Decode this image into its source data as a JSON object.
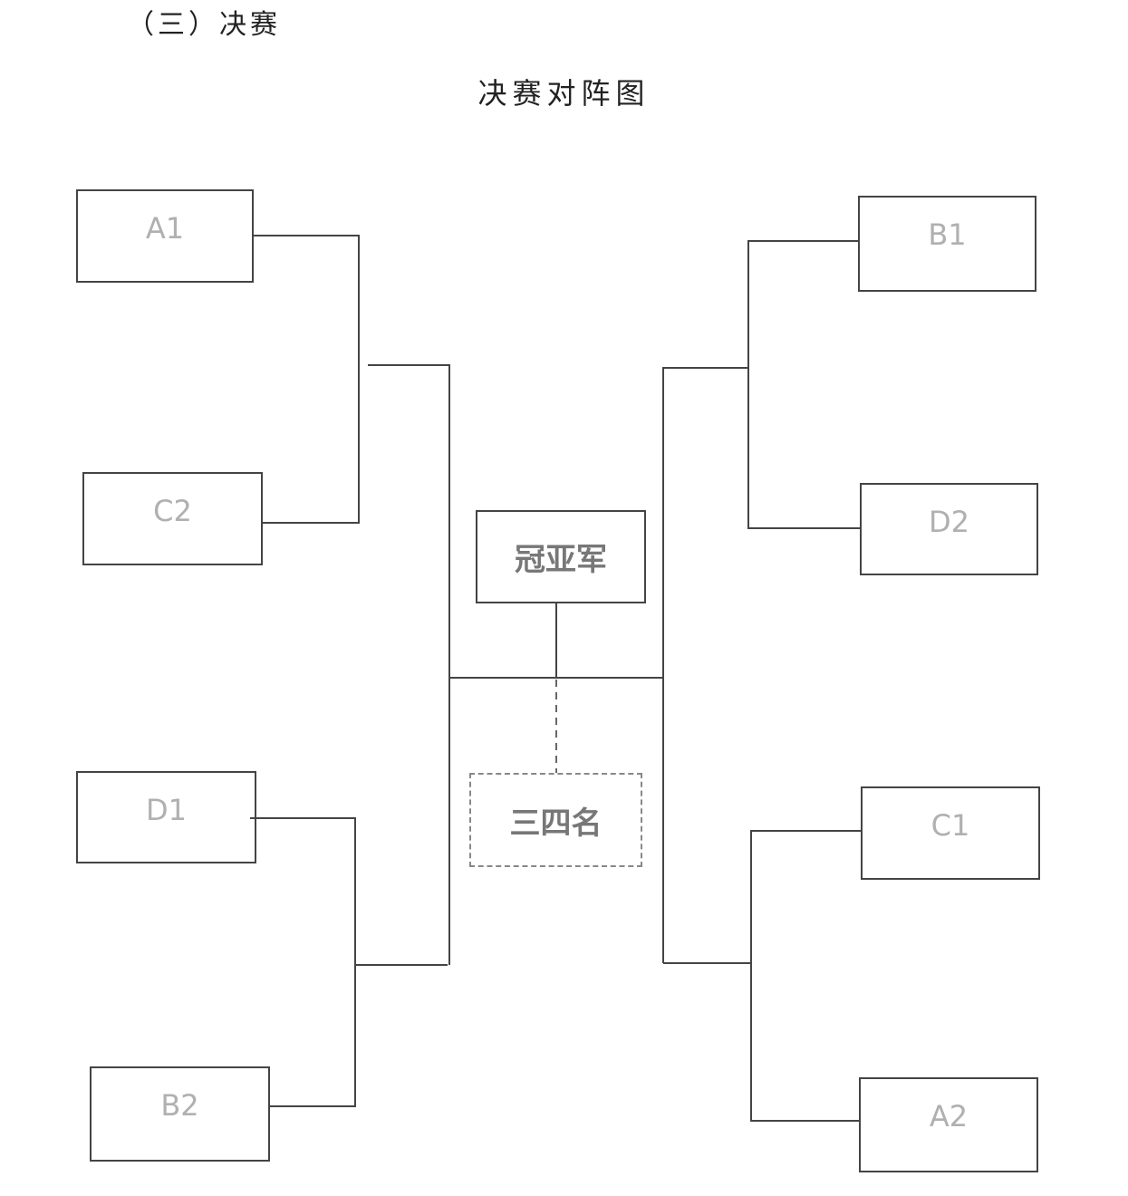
{
  "section_title": "（三）决赛",
  "diagram_title": "决赛对阵图",
  "left_teams": [
    "A1",
    "C2",
    "D1",
    "B2"
  ],
  "right_teams": [
    "B1",
    "D2",
    "C1",
    "A2"
  ],
  "final_label": "冠亚军",
  "third_place_label": "三四名"
}
